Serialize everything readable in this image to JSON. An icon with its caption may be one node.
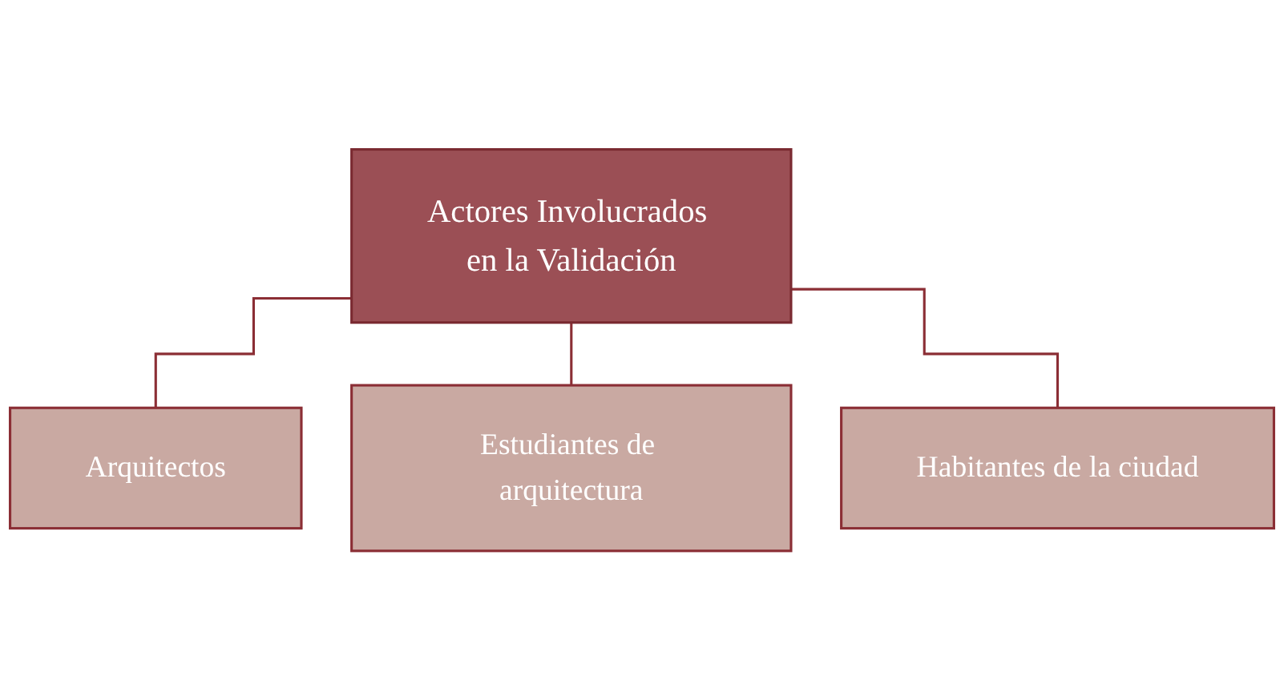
{
  "diagram": {
    "nodes": [
      {
        "text": [
          "Actores Involucrados en la Validación"
        ]
      },
      {
        "text": [
          "Arquitectos"
        ]
      },
      {
        "text": [
          "Estudiantes de arquitectura"
        ]
      },
      {
        "text": [
          "Habitantes de la ciudad"
        ]
      }
    ],
    "edges": [
      {
        "from": 0,
        "to": 1,
        "arrow": "none"
      },
      {
        "from": 0,
        "to": 2,
        "arrow": "none"
      },
      {
        "from": 0,
        "to": 3,
        "arrow": "none"
      }
    ]
  }
}
